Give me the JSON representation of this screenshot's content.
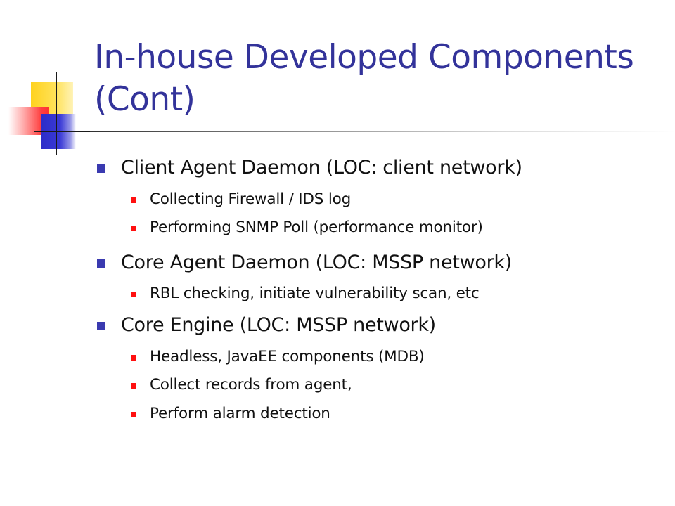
{
  "slide": {
    "title_lines": [
      "In-house Developed Components",
      "(Cont)"
    ],
    "colors": {
      "title": "#33339a",
      "bullet_level1": "#3a3ab0",
      "bullet_level2": "#ff1010",
      "ornament_yellow": "#ffd21e",
      "ornament_red": "#ff3030",
      "ornament_blue": "#2c2cc8"
    },
    "bullets": [
      {
        "text": "Client Agent Daemon (LOC: client network)",
        "sub": [
          "Collecting Firewall / IDS log",
          "Performing SNMP Poll (performance monitor)"
        ]
      },
      {
        "text": "Core Agent Daemon (LOC: MSSP network)",
        "sub": [
          "RBL checking, initiate vulnerability scan, etc"
        ]
      },
      {
        "text": "Core Engine (LOC: MSSP network)",
        "sub": [
          "Headless, JavaEE components (MDB)",
          "Collect records from agent,",
          "Perform alarm detection"
        ]
      }
    ]
  }
}
